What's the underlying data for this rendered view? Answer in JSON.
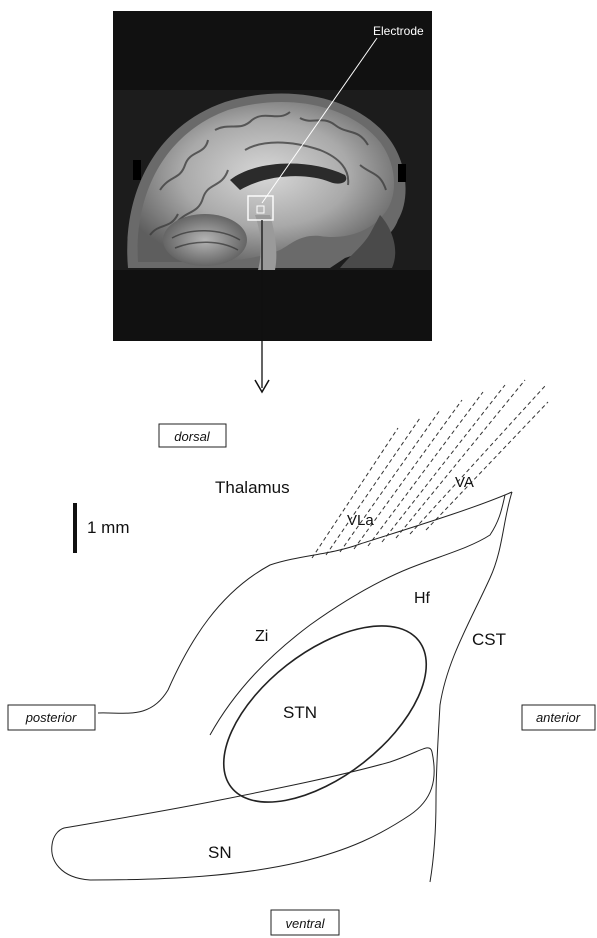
{
  "mri": {
    "electrode_label": "Electrode"
  },
  "orientation": {
    "dorsal": "dorsal",
    "ventral": "ventral",
    "posterior": "posterior",
    "anterior": "anterior"
  },
  "scale_bar": {
    "label": "1 mm"
  },
  "regions": {
    "thalamus": "Thalamus",
    "vla": "VLa",
    "va": "VA",
    "zi": "Zi",
    "hf": "Hf",
    "cst": "CST",
    "stn": "STN",
    "sn": "SN"
  }
}
